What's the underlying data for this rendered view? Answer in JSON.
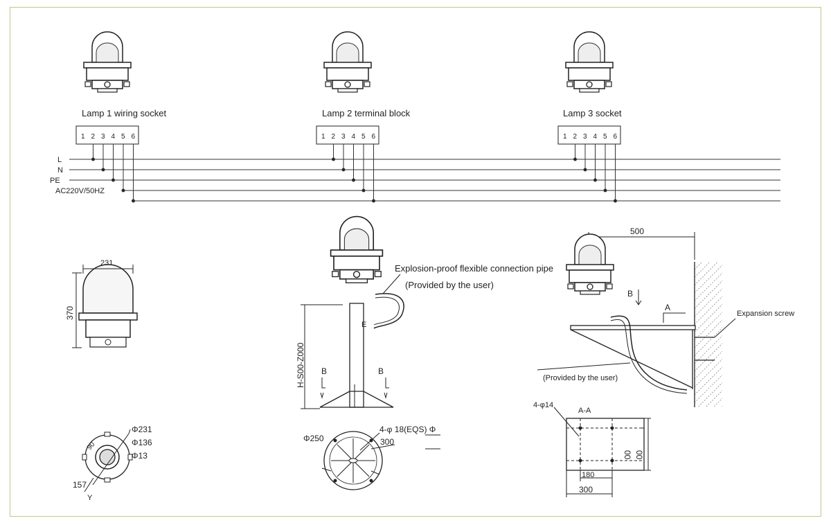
{
  "wiring": {
    "lamp_labels": [
      "Lamp 1 wiring socket",
      "Lamp 2 terminal block",
      "Lamp 3 socket"
    ],
    "terminals": [
      "1",
      "2",
      "3",
      "4",
      "5",
      "6"
    ],
    "bus_labels": [
      "L",
      "N",
      "PE",
      "AC220V/50HZ"
    ]
  },
  "lamp_dims": {
    "width": "231",
    "height": "370"
  },
  "bottom_view": {
    "dia_outer": "Φ231",
    "dia_mid": "Φ136",
    "dia_hole": "Φ13",
    "angle": "90",
    "dim": "157",
    "axis": "Y"
  },
  "pole_mount": {
    "pipe_label": "Explosion-proof flexible connection pipe",
    "provided_label": "(Provided by the user)",
    "e_marker": "E",
    "height": "H-S00-Z000",
    "section_b_left": "B",
    "section_b_right": "B"
  },
  "base_plate": {
    "dia": "Φ250",
    "holes": "4-φ 18(EQS) Φ",
    "pcd": "300"
  },
  "wall_mount": {
    "length": "500",
    "section_b": "B",
    "section_a": "A",
    "screw_label": "Expansion screw",
    "provided_label": "(Provided by the user)"
  },
  "bracket_plate": {
    "holes": "4-φ14",
    "section": "A-A",
    "inner_w": "180",
    "outer_w": "300",
    "side_a": "00",
    "side_b": "00"
  }
}
